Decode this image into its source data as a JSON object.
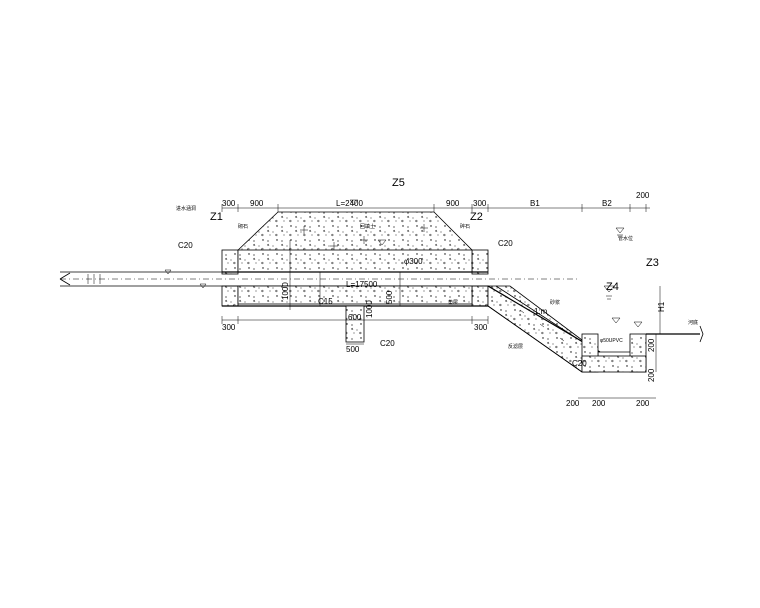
{
  "labels": {
    "z5": "Z5",
    "z1": "Z1",
    "z2": "Z2",
    "z3": "Z3",
    "z4": "Z4",
    "inlet_note": "进水涵洞",
    "outlet_note": "管水位",
    "c20_left": "C20",
    "c20_right": "C20",
    "c20_mid": "C20",
    "c20_br": "C20",
    "c15": "C15",
    "pipe": "φ300",
    "slope": "1:m",
    "l_value": "L=17500",
    "river_bed": "河底",
    "pvc": "φ50UPVC",
    "note_a": "砌石",
    "note_b": "碎石",
    "note_c": "回填土",
    "note_d": "垫层",
    "note_e": "砂浆",
    "note_f": "反滤层"
  },
  "dims": {
    "d300a": "300",
    "d900a": "900",
    "dL2400": "L=2400",
    "d900b": "900",
    "d300b": "300",
    "dB1": "B1",
    "dB2": "B2",
    "d200top": "200",
    "d300l": "300",
    "d300r": "300",
    "d600": "600",
    "d500": "500",
    "d1000": "1000",
    "dH1": "H1",
    "d200r1": "200",
    "d200r2": "200",
    "d200b1": "200",
    "d200b2": "200",
    "d200b3": "200",
    "d1000v": "1000",
    "d500v": "500"
  }
}
